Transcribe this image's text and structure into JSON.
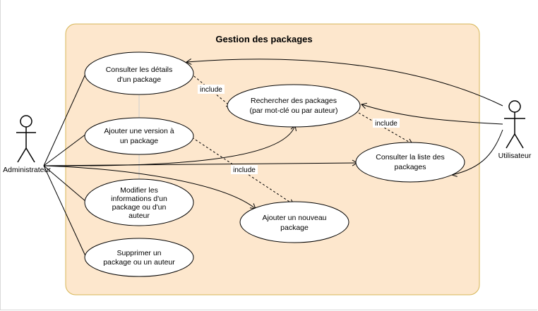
{
  "diagram": {
    "title": "Gestion des packages",
    "actors": {
      "admin": "Administrateur",
      "user": "Utilisateur"
    },
    "use_cases": {
      "consulter_details": [
        "Consulter les détails",
        "d'un package"
      ],
      "ajouter_version": [
        "Ajouter une version à",
        "un package"
      ],
      "modifier_infos": [
        "Modifier les",
        "informations d'un",
        "package ou d'un",
        "auteur"
      ],
      "supprimer": [
        "Supprimer un",
        "package ou un auteur"
      ],
      "rechercher": [
        "Rechercher des packages",
        "(par mot-clé ou par auteur)"
      ],
      "consulter_liste": [
        "Consulter la liste des",
        "packages"
      ],
      "ajouter_nouveau": [
        "Ajouter un nouveau",
        "package"
      ]
    },
    "include_label": "include"
  },
  "colors": {
    "boundary_fill": "#fde7cd",
    "boundary_stroke": "#d6b656",
    "line": "#000000"
  }
}
